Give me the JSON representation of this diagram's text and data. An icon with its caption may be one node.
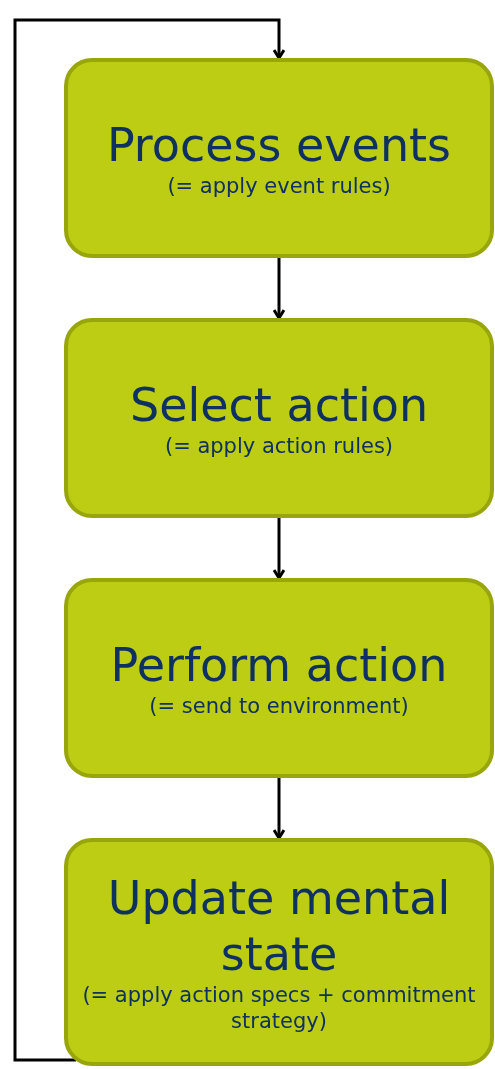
{
  "diagram": {
    "nodes": [
      {
        "text": [
          "Process events",
          "(= apply event rules)"
        ]
      },
      {
        "text": [
          "Select action",
          "(= apply action rules)"
        ]
      },
      {
        "text": [
          "Perform action",
          "(= send to environment)"
        ]
      },
      {
        "text": [
          "Update mental state",
          "(= apply action specs + commitment strategy)"
        ]
      }
    ],
    "edges": [
      {
        "from": 0,
        "to": 1,
        "arrow": "to"
      },
      {
        "from": 1,
        "to": 2,
        "arrow": "to"
      },
      {
        "from": 2,
        "to": 3,
        "arrow": "to"
      },
      {
        "from": 3,
        "to": 0,
        "arrow": "to"
      }
    ]
  }
}
